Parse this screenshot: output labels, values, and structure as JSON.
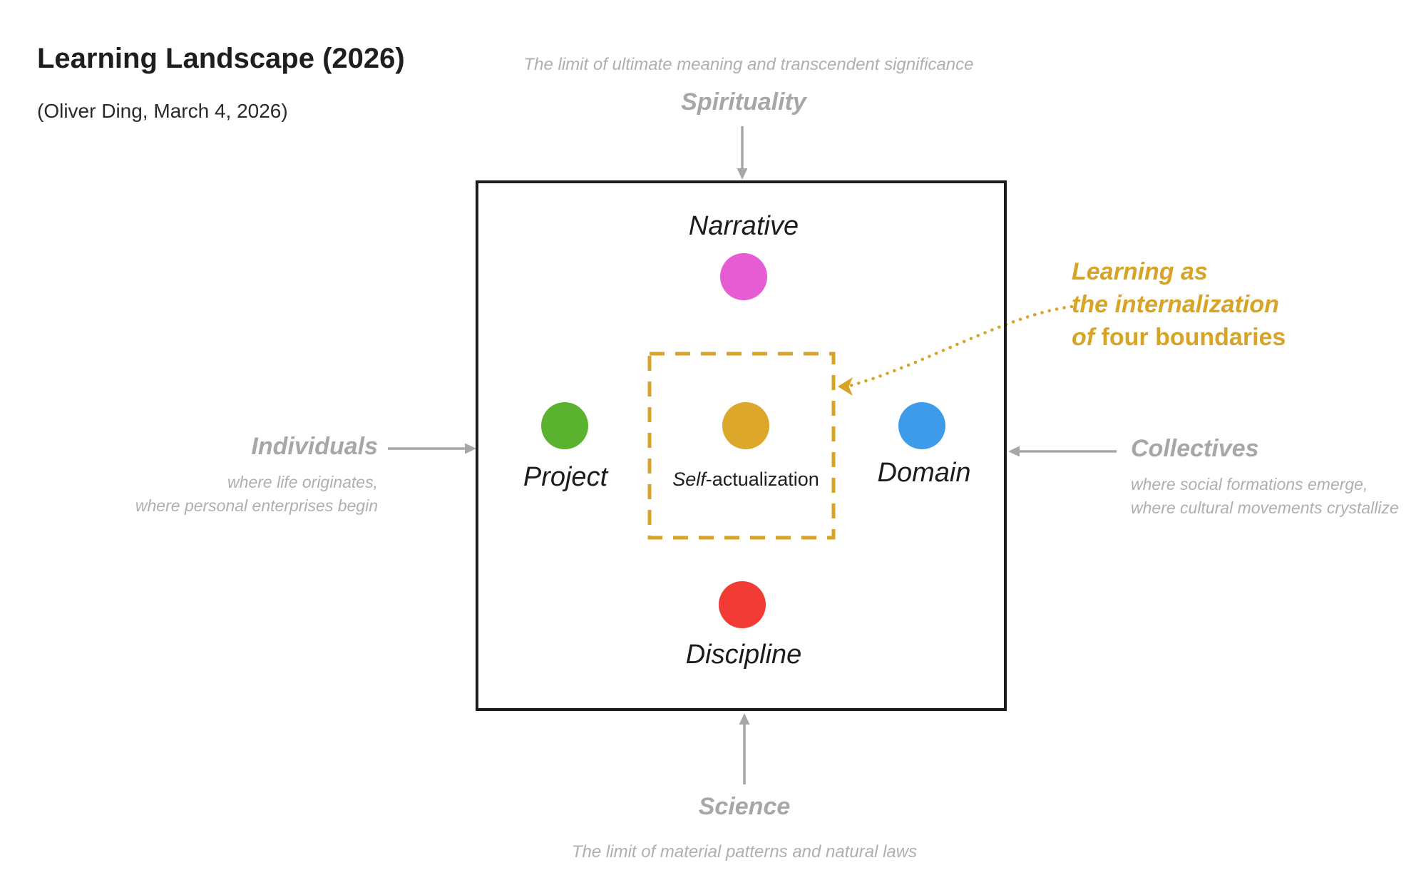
{
  "header": {
    "title": "Learning Landscape (2026)",
    "byline": "(Oliver Ding, March 4, 2026)"
  },
  "boundaries": {
    "top": {
      "name": "Spirituality",
      "description": "The limit of ultimate meaning and transcendent significance"
    },
    "bottom": {
      "name": "Science",
      "description": "The limit of material patterns and natural laws"
    },
    "left": {
      "name": "Individuals",
      "lines": [
        "where life originates,",
        "where personal enterprises begin"
      ]
    },
    "right": {
      "name": "Collectives",
      "lines": [
        "where social formations emerge,",
        "where cultural movements crystallize"
      ]
    }
  },
  "landscape": {
    "narrative": {
      "label": "Narrative",
      "color": "#E65CD3"
    },
    "project": {
      "label": "Project",
      "color": "#5AB22E"
    },
    "self": {
      "label_italic": "Self",
      "label_rest": "-actualization",
      "color": "#DCA72B"
    },
    "domain": {
      "label": "Domain",
      "color": "#3D9BE9"
    },
    "discipline": {
      "label": "Discipline",
      "color": "#F23B35"
    }
  },
  "annotation": {
    "line1": "Learning as",
    "line2": "the internalization",
    "line3_italic": "of ",
    "line3_rest": "four boundaries"
  },
  "colors": {
    "gold": "#D7A426",
    "gray": "#A7A7A7",
    "gray_light": "#AFAFAF",
    "ink": "#1C1C1C"
  }
}
